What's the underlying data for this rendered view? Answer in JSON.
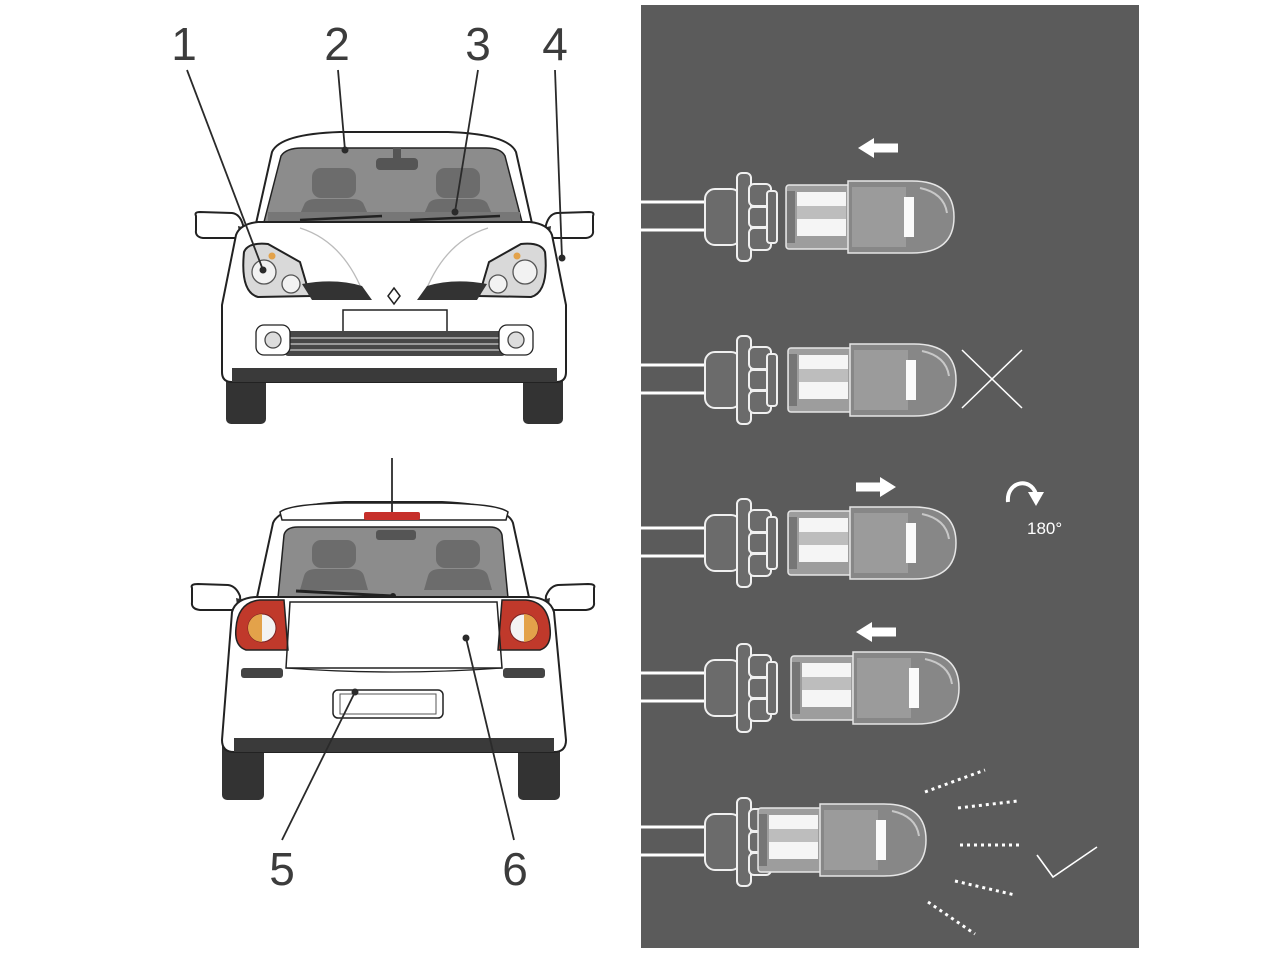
{
  "callouts": {
    "front": [
      {
        "label": "1"
      },
      {
        "label": "2"
      },
      {
        "label": "3"
      },
      {
        "label": "4"
      }
    ],
    "rear": [
      {
        "label": "5"
      },
      {
        "label": "6"
      }
    ]
  },
  "install_panel": {
    "rotation_label": "180°",
    "steps": [
      {
        "icon": "arrow-left-icon"
      },
      {
        "icon": "cross-icon"
      },
      {
        "icon": "arrow-right-icon",
        "extra_icon": "rotate-icon"
      },
      {
        "icon": "arrow-left-icon"
      },
      {
        "icon": "checkmark-icon",
        "extra_icon": "light-rays-icon"
      }
    ]
  },
  "colors": {
    "panel": "#5b5b5b",
    "brake_light": "#c62f2a",
    "tail_light": "#c0392b",
    "indicator": "#e3a24a",
    "glass": "#8c8c8c"
  }
}
